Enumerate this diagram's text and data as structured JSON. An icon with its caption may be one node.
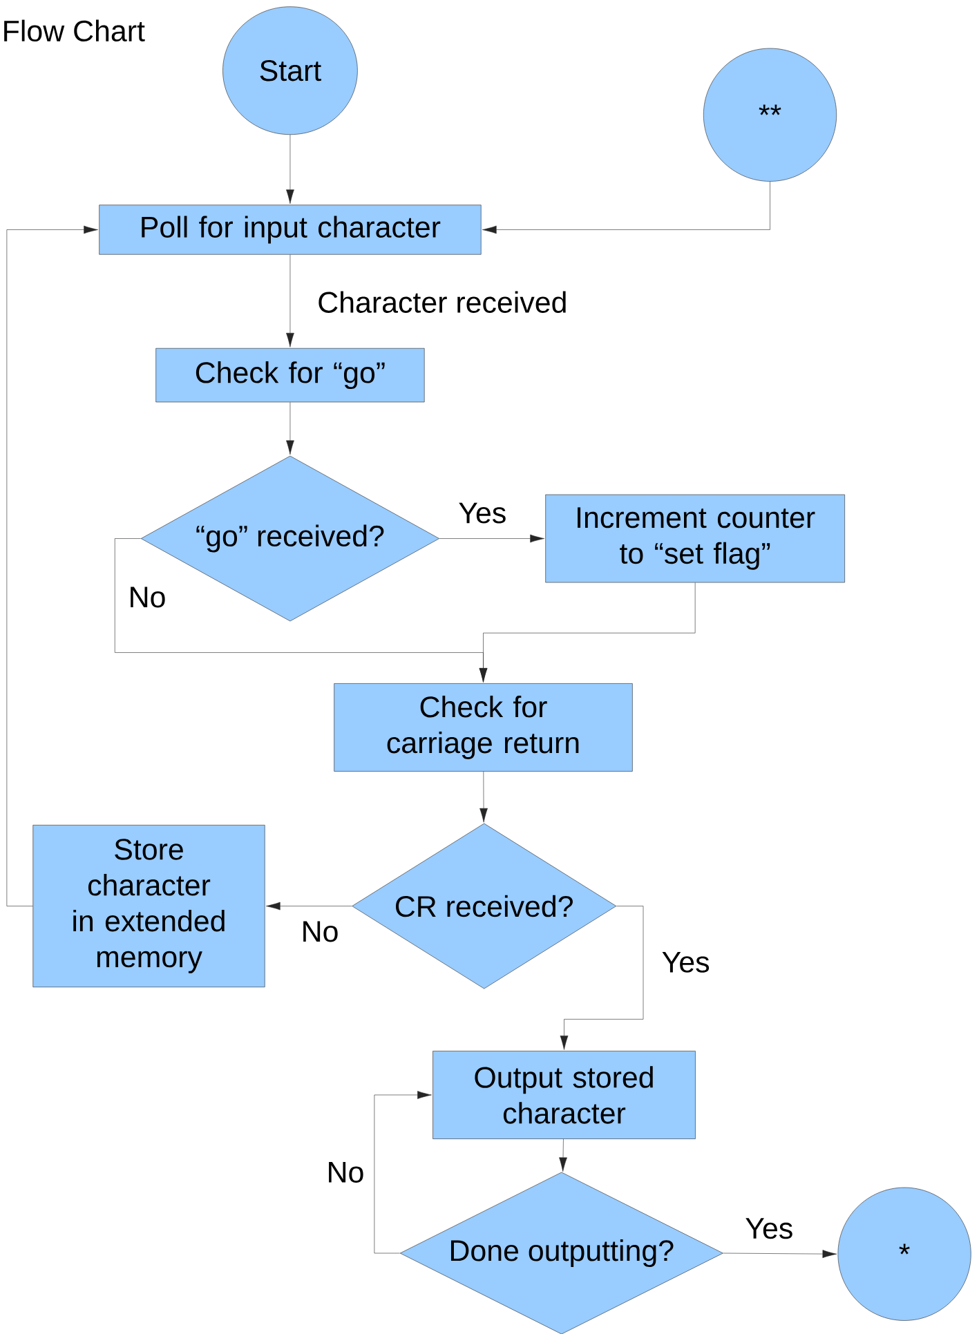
{
  "diagram": {
    "title": "Flow Chart",
    "nodes": [
      {
        "text": [
          "Start"
        ]
      },
      {
        "text": [
          "**"
        ]
      },
      {
        "text": [
          "Poll for input character"
        ]
      },
      {
        "text": [
          "Check for “go”"
        ]
      },
      {
        "text": [
          "“go” received?"
        ]
      },
      {
        "text": [
          "Increment counter to “set flag”"
        ]
      },
      {
        "text": [
          "Check for carriage return"
        ]
      },
      {
        "text": [
          "CR received?"
        ]
      },
      {
        "text": [
          "Store character in extended memory"
        ]
      },
      {
        "text": [
          "Output stored character"
        ]
      },
      {
        "text": [
          "Done outputting?"
        ]
      },
      {
        "text": [
          "*"
        ]
      }
    ],
    "edges": [
      {
        "from": 0,
        "to": 2,
        "arrow": "to"
      },
      {
        "from": 1,
        "to": 2,
        "arrow": "to"
      },
      {
        "from": 2,
        "to": 3,
        "arrow": "to",
        "label": "Character received"
      },
      {
        "from": 3,
        "to": 4,
        "arrow": "to"
      },
      {
        "from": 4,
        "to": 5,
        "arrow": "to",
        "label": "Yes"
      },
      {
        "from": 4,
        "to": 6,
        "arrow": "to",
        "label": "No"
      },
      {
        "from": 5,
        "to": 6,
        "arrow": "to"
      },
      {
        "from": 6,
        "to": 7,
        "arrow": "to"
      },
      {
        "from": 7,
        "to": 8,
        "arrow": "to",
        "label": "No"
      },
      {
        "from": 8,
        "to": 2,
        "arrow": "to"
      },
      {
        "from": 7,
        "to": 9,
        "arrow": "to",
        "label": "Yes"
      },
      {
        "from": 9,
        "to": 10,
        "arrow": "to"
      },
      {
        "from": 10,
        "to": 9,
        "arrow": "to",
        "label": "No"
      },
      {
        "from": 10,
        "to": 11,
        "arrow": "to",
        "label": "Yes"
      }
    ]
  }
}
